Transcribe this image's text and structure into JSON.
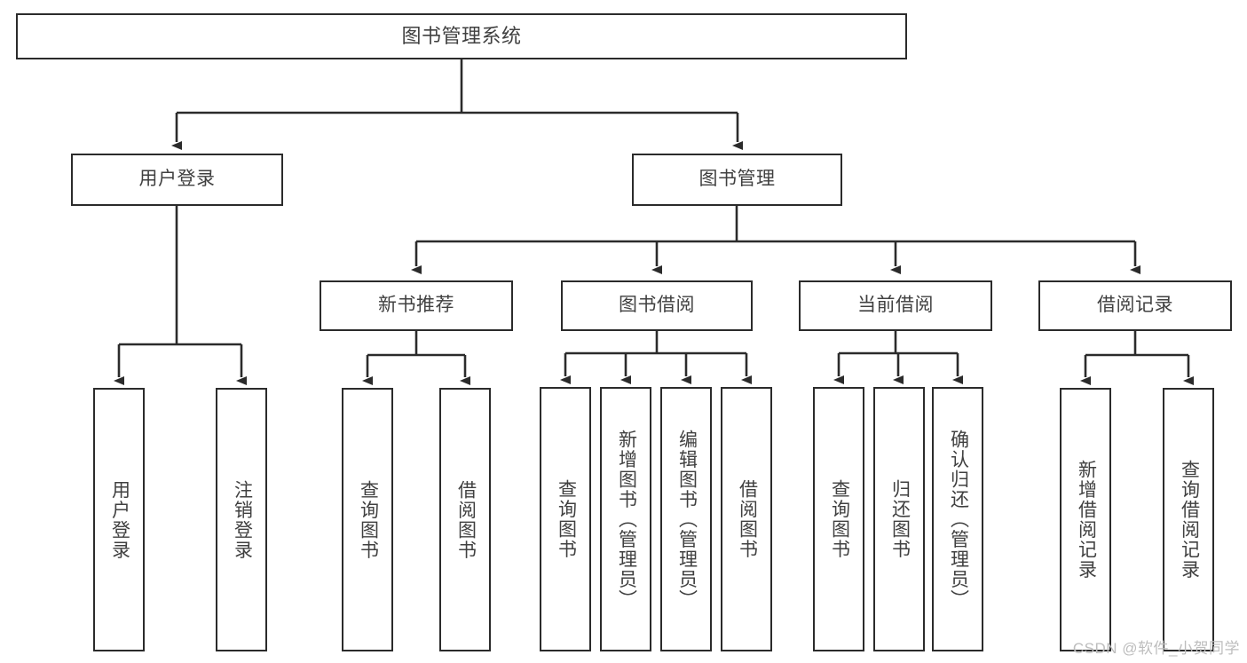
{
  "diagram": {
    "title": "图书管理系统",
    "type": "hierarchy-tree",
    "root": {
      "label": "图书管理系统"
    },
    "level2": [
      {
        "label": "用户登录"
      },
      {
        "label": "图书管理"
      }
    ],
    "level3": [
      {
        "label": "新书推荐"
      },
      {
        "label": "图书借阅"
      },
      {
        "label": "当前借阅"
      },
      {
        "label": "借阅记录"
      }
    ],
    "leaves": {
      "user_login": [
        {
          "label": "用户登录"
        },
        {
          "label": "注销登录"
        }
      ],
      "new_book_recommend": [
        {
          "label": "查询图书"
        },
        {
          "label": "借阅图书"
        }
      ],
      "book_borrow": [
        {
          "label": "查询图书"
        },
        {
          "label": "新增图书（管理员）"
        },
        {
          "label": "编辑图书（管理员）"
        },
        {
          "label": "借阅图书"
        }
      ],
      "current_borrow": [
        {
          "label": "查询图书"
        },
        {
          "label": "归还图书"
        },
        {
          "label": "确认归还（管理员）"
        }
      ],
      "borrow_record": [
        {
          "label": "新增借阅记录"
        },
        {
          "label": "查询借阅记录"
        }
      ]
    }
  },
  "watermark": {
    "text": "CSDN @软件_小贺同学"
  },
  "colors": {
    "box_border": "#2b2b2b",
    "box_fill": "#ffffff",
    "text": "#404040",
    "connector": "#2b2b2b",
    "watermark": "#bdbdbd",
    "background": "#ffffff"
  }
}
